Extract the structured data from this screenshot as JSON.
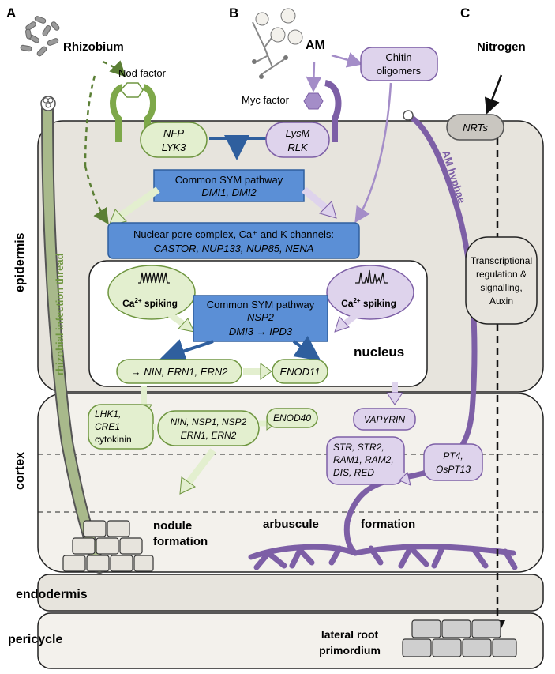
{
  "panels": {
    "a": "A",
    "b": "B",
    "c": "C"
  },
  "top_labels": {
    "rhizobium": "Rhizobium",
    "nod_factor": "Nod factor",
    "am": "AM",
    "myc_factor": "Myc factor",
    "chitin_line1": "Chitin",
    "chitin_line2": "oligomers",
    "nitrogen": "Nitrogen",
    "nrts": "NRTs"
  },
  "layers": {
    "epidermis": "epidermis",
    "cortex": "cortex",
    "endodermis": "endodermis",
    "pericycle": "pericycle"
  },
  "receptors": {
    "nfp": "NFP",
    "lyk3": "LYK3",
    "lysm": "LysM",
    "rlk": "RLK"
  },
  "common_sym_1": {
    "line1": "Common SYM pathway",
    "line2": "DMI1, DMI2"
  },
  "nuclear_pore": {
    "line1": "Nuclear pore complex, Ca⁺ and K channels:",
    "line2": "CASTOR, NUP133, NUP85, NENA"
  },
  "ca_spiking": {
    "ca": "Ca",
    "sup": "2+",
    "rest": " spiking"
  },
  "common_sym_2": {
    "line1": "Common SYM pathway",
    "line2": "NSP2",
    "line3": "DMI3 → IPD3"
  },
  "nucleus": "nucleus",
  "nin_ern": "→ NIN, ERN1, ERN2",
  "enod11": "ENOD11",
  "transcription": {
    "line1": "Transcriptional",
    "line2": "regulation &",
    "line3": "signalling,",
    "line4": "Auxin"
  },
  "infection_thread": "rhizobial infection thread",
  "am_hyphae": "AM hyphae",
  "lhk1": {
    "line1": "LHK1,",
    "line2": "CRE1",
    "line3": "cytokinin"
  },
  "nin_nsp": {
    "line1": "NIN, NSP1, NSP2",
    "line2": "ERN1, ERN2"
  },
  "enod40": "ENOD40",
  "vapyrin": "VAPYRIN",
  "str": {
    "line1": "STR, STR2,",
    "line2": "RAM1, RAM2,",
    "line3": "DIS, RED"
  },
  "pt4": {
    "line1": "PT4,",
    "line2": "OsPT13"
  },
  "nodule": {
    "line1": "nodule",
    "line2": "formation"
  },
  "arbuscule": {
    "word1": "arbuscule",
    "word2": "formation"
  },
  "lateral_root": {
    "line1": "lateral root",
    "line2": "primordium"
  },
  "colors": {
    "green_fill": "#e3efcf",
    "green_stroke": "#6f9640",
    "purple_fill": "#ded3ec",
    "purple_stroke": "#7d5fa6",
    "blue_fill": "#5b8fd6",
    "blue_stroke": "#2f5f9e",
    "cell_fill": "#e7e4dd",
    "cortex_fill": "#f3f1ec"
  }
}
